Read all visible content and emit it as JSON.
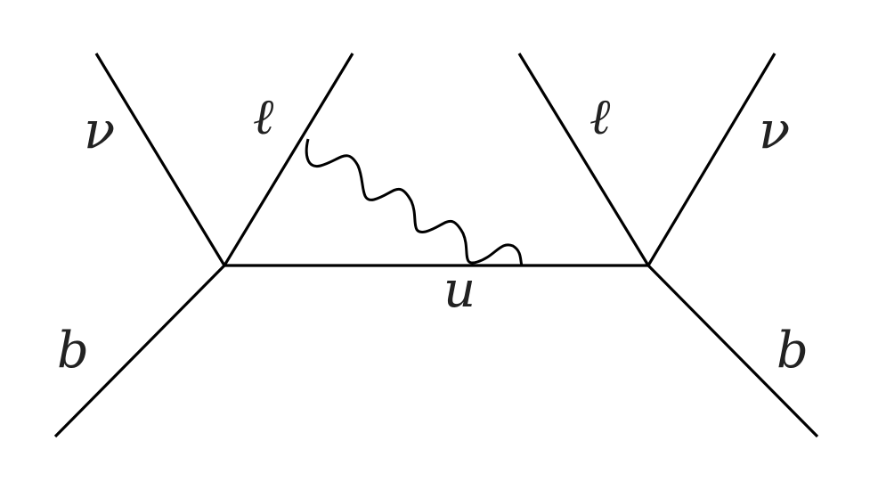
{
  "diagram": {
    "labels": {
      "nu_left": "ν",
      "ell_left": "ℓ",
      "b_left": "b",
      "u_internal": "u",
      "ell_right": "ℓ",
      "nu_right": "ν",
      "b_right": "b"
    }
  }
}
